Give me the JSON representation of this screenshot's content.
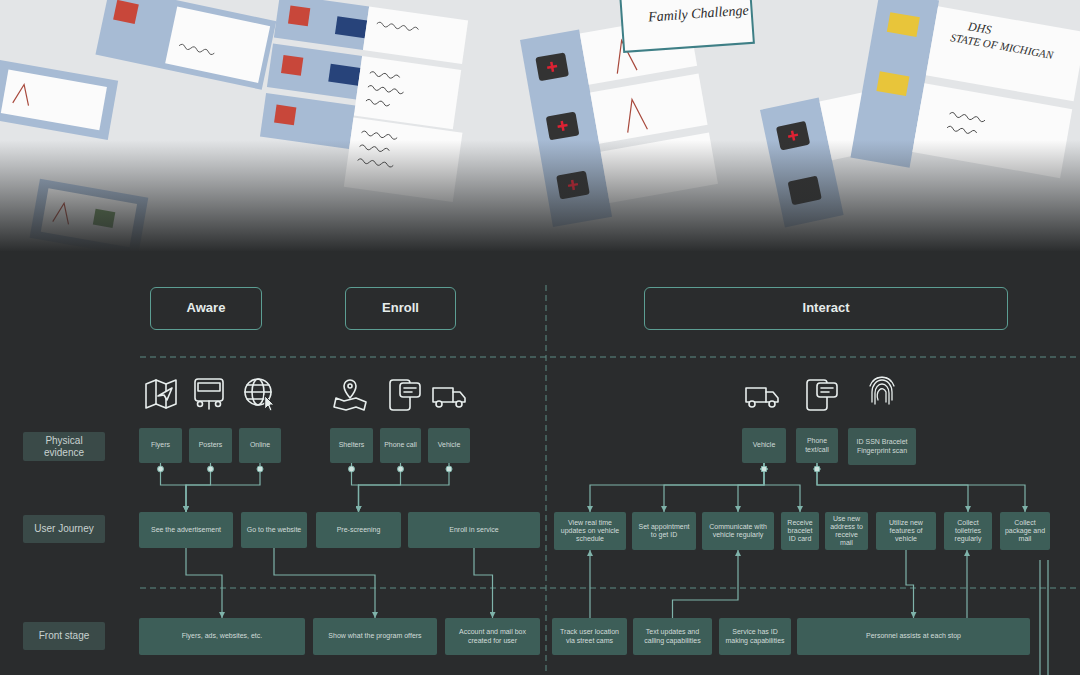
{
  "diagram": {
    "nodes": [
      {
        "text": [
          "Aware"
        ]
      },
      {
        "text": [
          "Enroll"
        ]
      },
      {
        "text": [
          "Interact"
        ]
      },
      {
        "text": [
          "Physical evidence"
        ]
      },
      {
        "text": [
          "User Journey"
        ]
      },
      {
        "text": [
          "Front stage"
        ]
      },
      {
        "text": [
          "Flyers"
        ]
      },
      {
        "text": [
          "Posters"
        ]
      },
      {
        "text": [
          "Online"
        ]
      },
      {
        "text": [
          "Shelters"
        ]
      },
      {
        "text": [
          "Phone call"
        ]
      },
      {
        "text": [
          "Vehicle"
        ]
      },
      {
        "text": [
          "Vehicle"
        ]
      },
      {
        "text": [
          "Phone text/call"
        ]
      },
      {
        "text": [
          "ID SSN Bracelet Fingerprint scan"
        ]
      },
      {
        "text": [
          "See the advertisement"
        ]
      },
      {
        "text": [
          "Go to the website"
        ]
      },
      {
        "text": [
          "Pre-screening"
        ]
      },
      {
        "text": [
          "Enroll in service"
        ]
      },
      {
        "text": [
          "View real time updates on vehicle schedule"
        ]
      },
      {
        "text": [
          "Set appointment to get ID"
        ]
      },
      {
        "text": [
          "Communicate with vehicle regularly"
        ]
      },
      {
        "text": [
          "Receive bracelet ID card"
        ]
      },
      {
        "text": [
          "Use new address to receive mail"
        ]
      },
      {
        "text": [
          "Utilize new features of vehicle"
        ]
      },
      {
        "text": [
          "Collect toiletries regularly"
        ]
      },
      {
        "text": [
          "Collect package and mail"
        ]
      },
      {
        "text": [
          "Flyers, ads, websites, etc."
        ]
      },
      {
        "text": [
          "Show what the program offers"
        ]
      },
      {
        "text": [
          "Account and mail box created for user"
        ]
      },
      {
        "text": [
          "Track user location via street cams"
        ]
      },
      {
        "text": [
          "Text updates and calling capabilities"
        ]
      },
      {
        "text": [
          "Service has ID making capabilities"
        ]
      },
      {
        "text": [
          "Personnel assists at each stop"
        ]
      }
    ],
    "edges": [
      {
        "from": 6,
        "to": 15,
        "arrow": "to"
      },
      {
        "from": 7,
        "to": 15,
        "arrow": "to"
      },
      {
        "from": 8,
        "to": 15,
        "arrow": "to"
      },
      {
        "from": 9,
        "to": 17,
        "arrow": "to"
      },
      {
        "from": 10,
        "to": 17,
        "arrow": "to"
      },
      {
        "from": 11,
        "to": 17,
        "arrow": "to"
      },
      {
        "from": 12,
        "to": 19,
        "arrow": "to"
      },
      {
        "from": 12,
        "to": 20,
        "arrow": "to"
      },
      {
        "from": 12,
        "to": 21,
        "arrow": "to"
      },
      {
        "from": 12,
        "to": 22,
        "arrow": "to"
      },
      {
        "from": 13,
        "to": 25,
        "arrow": "to"
      },
      {
        "from": 13,
        "to": 26,
        "arrow": "to"
      },
      {
        "from": 15,
        "to": 27,
        "arrow": "to"
      },
      {
        "from": 16,
        "to": 28,
        "arrow": "to"
      },
      {
        "from": 18,
        "to": 29,
        "arrow": "to"
      },
      {
        "from": 30,
        "to": 19,
        "arrow": "to"
      },
      {
        "from": 31,
        "to": 21,
        "arrow": "to"
      },
      {
        "from": 24,
        "to": 33,
        "arrow": "to"
      },
      {
        "from": 33,
        "to": 25,
        "arrow": "to"
      }
    ],
    "labels": [
      "Family Challenge",
      "DHS",
      "STATE OF MICHIGAN"
    ]
  }
}
